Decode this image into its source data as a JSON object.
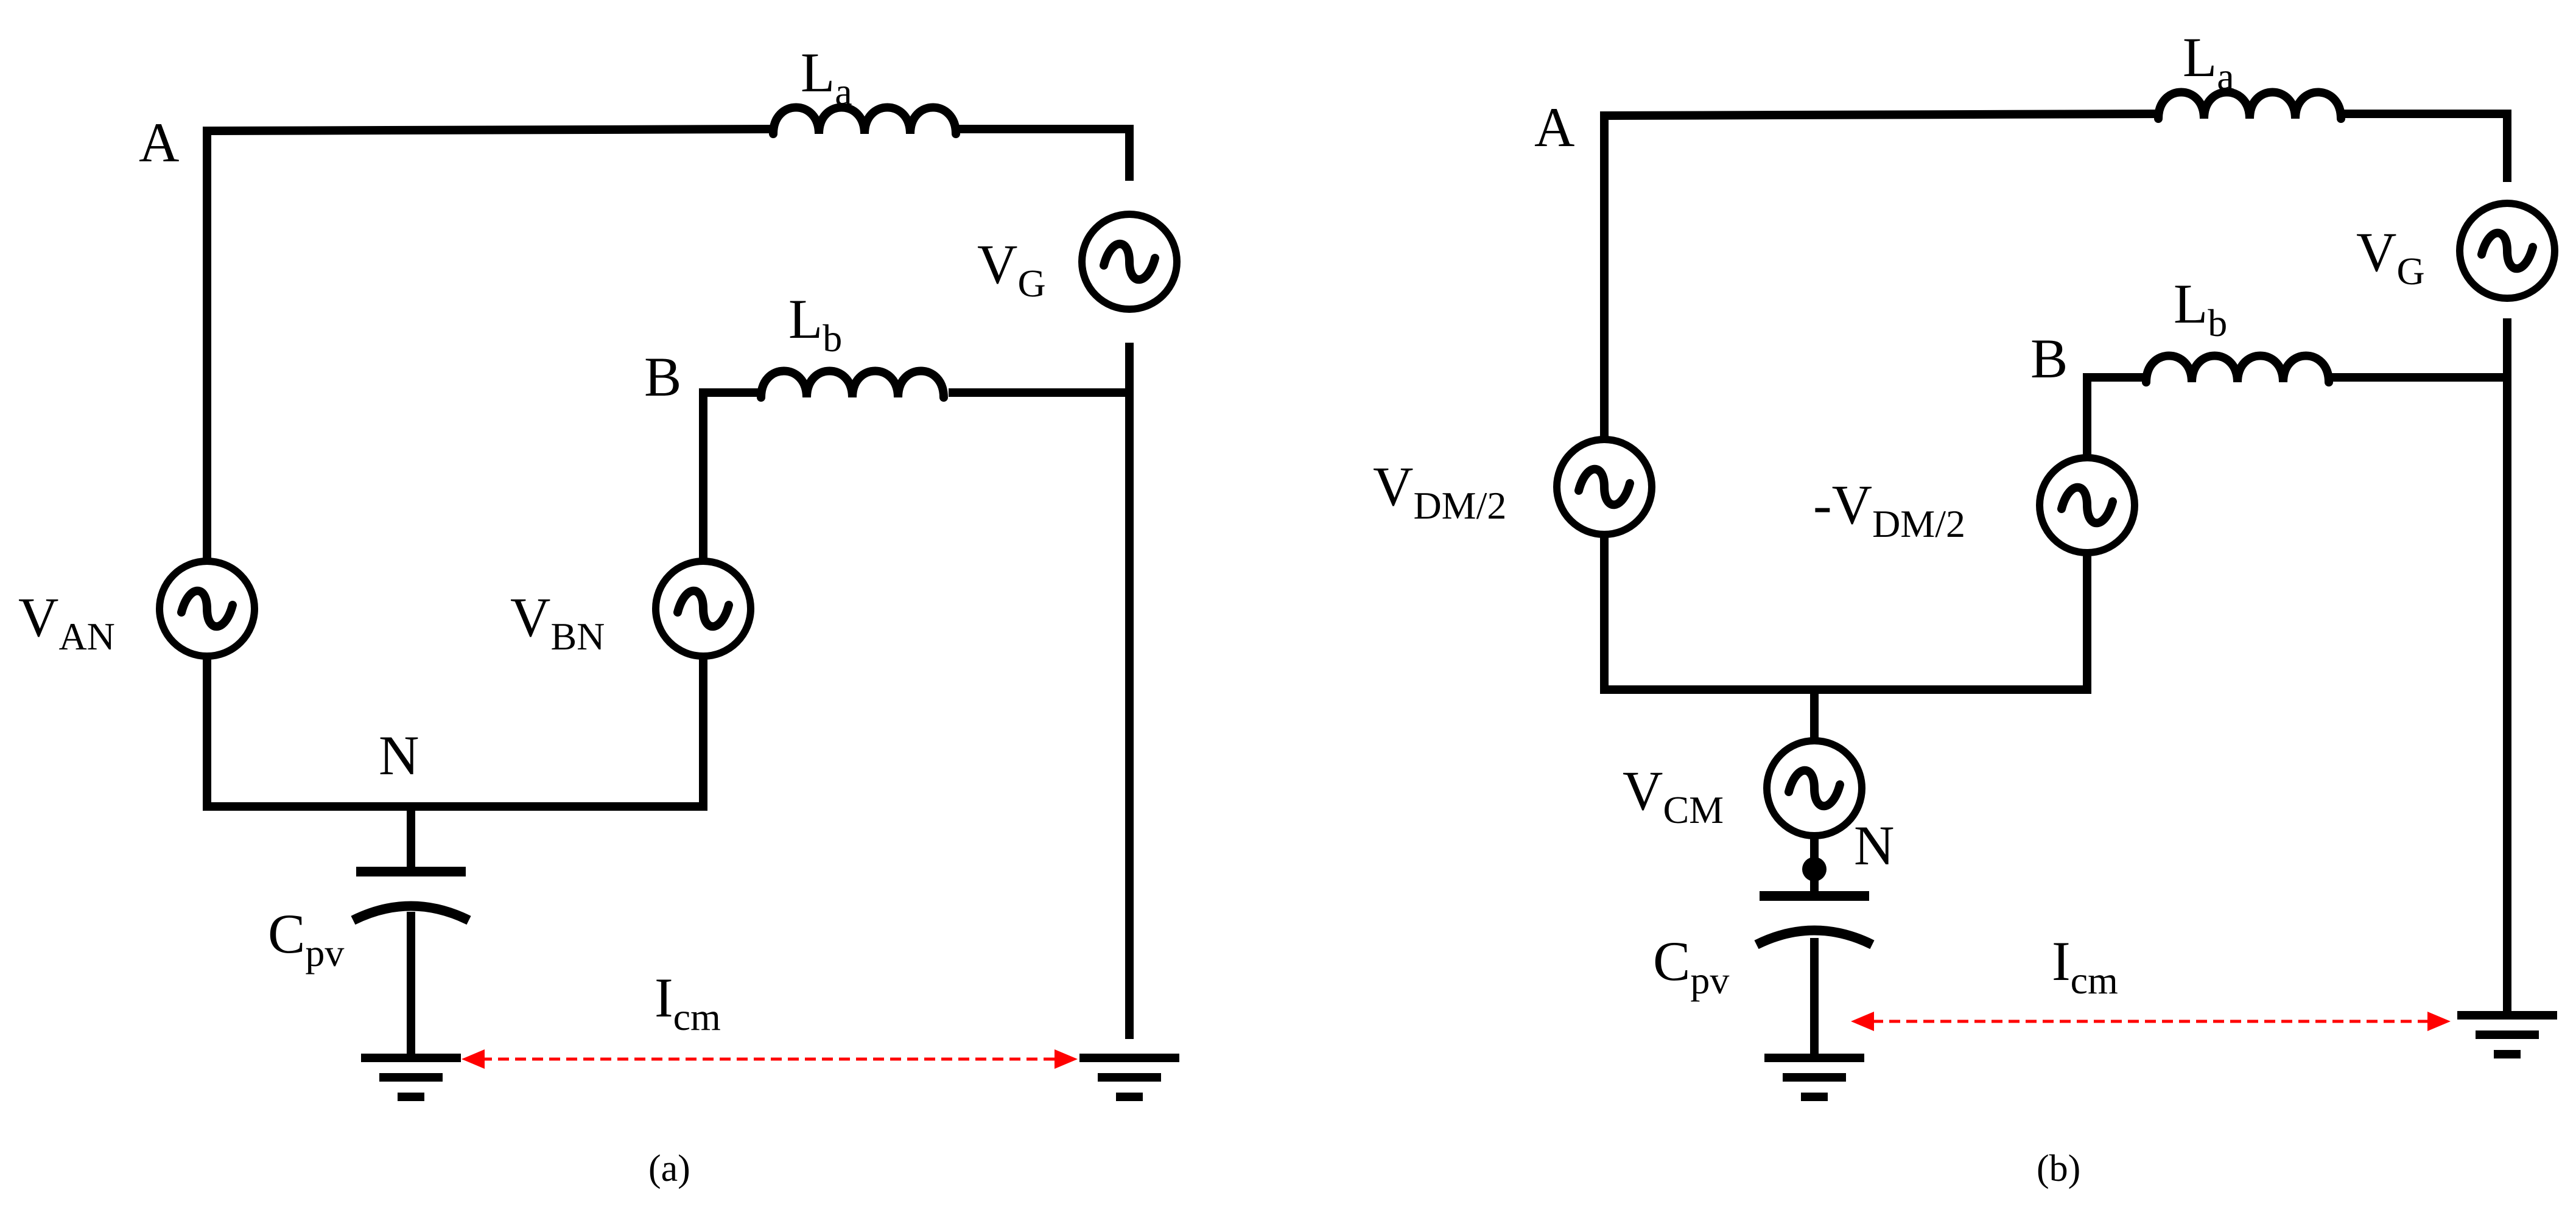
{
  "panels": [
    {
      "id": "a",
      "caption": "(a)",
      "node_labels": {
        "A": "A",
        "B": "B",
        "N": "N"
      },
      "inductor_labels": [
        {
          "main": "L",
          "sub": "a"
        },
        {
          "main": "L",
          "sub": "b"
        }
      ],
      "source_labels": [
        {
          "main": "V",
          "sub": "G"
        },
        {
          "main": "V",
          "sub": "AN"
        },
        {
          "main": "V",
          "sub": "BN"
        }
      ],
      "capacitor_label": {
        "main": "C",
        "sub": "pv"
      },
      "current_label": {
        "main": "I",
        "sub": "cm"
      }
    },
    {
      "id": "b",
      "caption": "(b)",
      "node_labels": {
        "A": "A",
        "B": "B",
        "N": "N"
      },
      "inductor_labels": [
        {
          "main": "L",
          "sub": "a"
        },
        {
          "main": "L",
          "sub": "b"
        }
      ],
      "source_labels": [
        {
          "main": "V",
          "sub": "G"
        },
        {
          "main": "V",
          "sub": "DM/2"
        },
        {
          "main": "-V",
          "sub": "DM/2"
        },
        {
          "main": "V",
          "sub": "CM"
        }
      ],
      "capacitor_label": {
        "main": "C",
        "sub": "pv"
      },
      "current_label": {
        "main": "I",
        "sub": "cm"
      }
    }
  ],
  "colors": {
    "wire": "#000000",
    "current_arrow": "#ff0000",
    "background": "#ffffff"
  }
}
